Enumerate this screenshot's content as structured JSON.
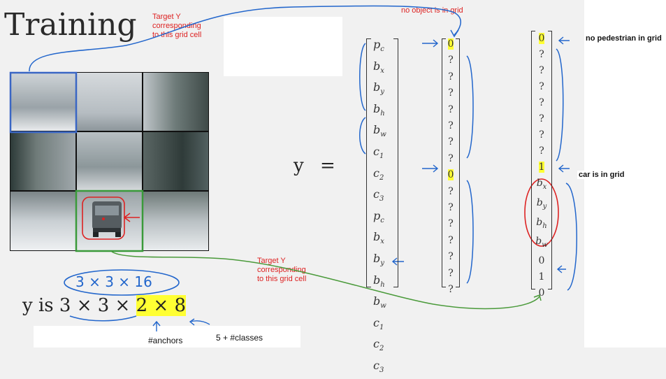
{
  "slide": {
    "title": "Training",
    "annotations": {
      "target_top": "Target Y\ncorresponding\nto this grid cell",
      "target_bottom": "Target Y\ncorresponding\nto this grid cell",
      "no_object": "no object is in grid",
      "no_pedestrian": "no pedestrian in grid",
      "car_in_grid": "car is in grid",
      "anchors": "#anchors",
      "classes": "5 + #classes"
    },
    "equation": {
      "lhs": "y",
      "eq": "="
    },
    "label_vector": [
      "p_c",
      "b_x",
      "b_y",
      "b_h",
      "b_w",
      "c_1",
      "c_2",
      "c_3",
      "p_c",
      "b_x",
      "b_y",
      "b_h",
      "b_w",
      "c_1",
      "c_2",
      "c_3"
    ],
    "vector_no_object": [
      "0",
      "?",
      "?",
      "?",
      "?",
      "?",
      "?",
      "?",
      "0",
      "?",
      "?",
      "?",
      "?",
      "?",
      "?",
      "?"
    ],
    "vector_car": [
      "0",
      "?",
      "?",
      "?",
      "?",
      "?",
      "?",
      "?",
      "1",
      "b_x",
      "b_y",
      "b_h",
      "b_w",
      "0",
      "1",
      "0"
    ],
    "shape_formula": {
      "prefix": "y is",
      "dims": "3 × 3 ×",
      "dims_hl": "2 × 8",
      "handwritten": "3 × 3 × 16"
    },
    "colors": {
      "red_ink": "#dd2222",
      "blue_ink": "#2266cc",
      "green_ink": "#4a9a3a",
      "highlight": "#ffff33",
      "grid_highlight_blue": "#3a66c4",
      "grid_highlight_green": "#3a9a3a"
    }
  }
}
